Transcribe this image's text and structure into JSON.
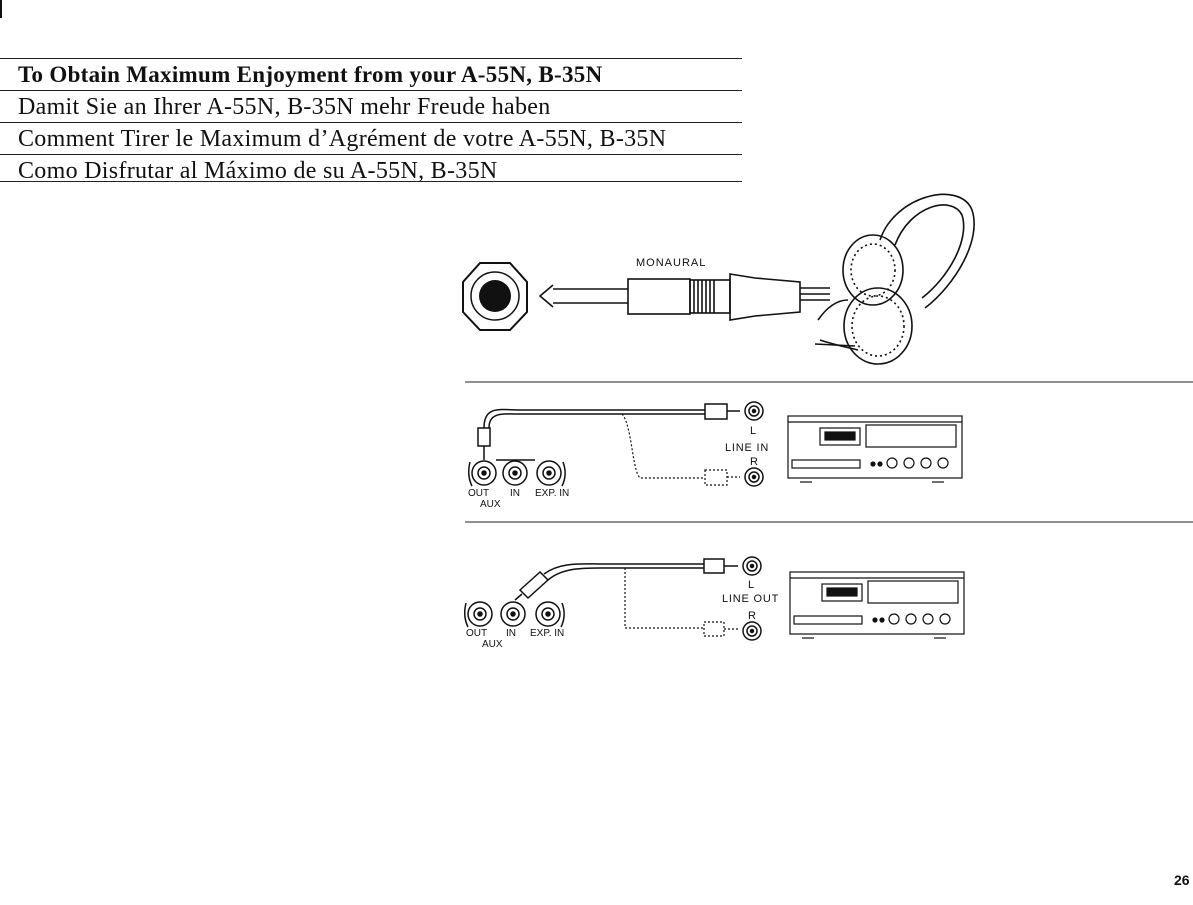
{
  "titles": [
    "To Obtain Maximum Enjoyment from your A-55N, B-35N",
    "Damit Sie an Ihrer A-55N, B-35N mehr Freude haben",
    "Comment Tirer le Maximum d’Agrément de votre A-55N, B-35N",
    "Como Disfrutar al Máximo de su A-55N, B-35N"
  ],
  "headphone_diagram": {
    "plug_label": "MONAURAL"
  },
  "line_in_diagram": {
    "jack_labels": [
      "OUT",
      "IN",
      "EXP. IN"
    ],
    "aux_label": "AUX",
    "left_label": "L",
    "right_label": "R",
    "connection_label": "LINE IN"
  },
  "line_out_diagram": {
    "jack_labels": [
      "OUT",
      "IN",
      "EXP. IN"
    ],
    "aux_label": "AUX",
    "left_label": "L",
    "right_label": "R",
    "connection_label": "LINE OUT"
  },
  "page_number": "26"
}
